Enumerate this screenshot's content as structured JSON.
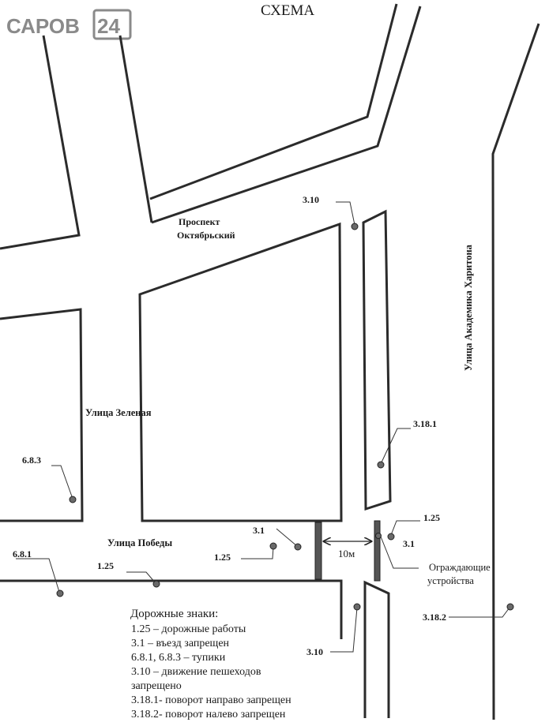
{
  "logo": {
    "text": "САРОВ",
    "number": "24"
  },
  "title": "СХЕМА",
  "streets": {
    "oktyabrsky_line1": "Проспект",
    "oktyabrsky_line2": "Октябрьский",
    "zelenaya": "Улица Зеленая",
    "pobedy": "Улица Победы",
    "kharitona": "Улица Академика Харитона"
  },
  "signs": {
    "s310_top": "3.10",
    "s3181": "3.18.1",
    "s125_right": "1.25",
    "s31_right": "3.1",
    "s31_left": "3.1",
    "s125_left": "1.25",
    "s683": "6.8.3",
    "s681": "6.8.1",
    "s125_road": "1.25",
    "s310_bottom": "3.10",
    "s3182": "3.18.2"
  },
  "distance": "10м",
  "barrier_line1": "Ограждающие",
  "barrier_line2": "устройства",
  "legend": {
    "title": "Дорожные знаки:",
    "lines": [
      "1.25 – дорожные работы",
      "3.1 – въезд запрещен",
      "6.8.1, 6.8.3 – тупики",
      "3.10 – движение пешеходов",
      "запрещено",
      "3.18.1- поворот направо запрещен",
      "3.18.2- поворот налево запрещен"
    ]
  }
}
